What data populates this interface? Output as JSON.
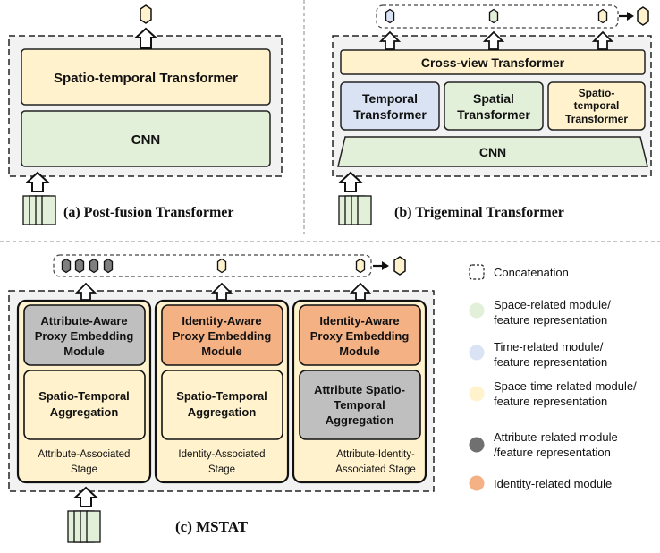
{
  "colors": {
    "space": "#e2efd9",
    "time": "#dae3f3",
    "spacetime": "#fff2cc",
    "attribute": "#bfbfbf",
    "identity": "#f4b183",
    "panel_bg": "#f2f2f2",
    "stroke": "#1a1a1a"
  },
  "panel_a": {
    "caption": "(a) Post-fusion Transformer",
    "transformer_label": "Spatio-temporal Transformer",
    "cnn_label": "CNN"
  },
  "panel_b": {
    "caption": "(b) Trigeminal Transformer",
    "cross_view_label": "Cross-view Transformer",
    "temporal_line1": "Temporal",
    "temporal_line2": "Transformer",
    "spatial_line1": "Spatial",
    "spatial_line2": "Transformer",
    "st_line1": "Spatio-",
    "st_line2": "temporal",
    "st_line3": "Transformer",
    "cnn_label": "CNN"
  },
  "panel_c": {
    "caption": "(c) MSTAT",
    "stage1": {
      "top_line1": "Attribute-Aware",
      "top_line2": "Proxy Embedding",
      "top_line3": "Module",
      "bottom_line1": "Spatio-Temporal",
      "bottom_line2": "Aggregation",
      "stage_line1": "Attribute-Associated",
      "stage_line2": "Stage"
    },
    "stage2": {
      "top_line1": "Identity-Aware",
      "top_line2": "Proxy Embedding",
      "top_line3": "Module",
      "bottom_line1": "Spatio-Temporal",
      "bottom_line2": "Aggregation",
      "stage_line1": "Identity-Associated",
      "stage_line2": "Stage"
    },
    "stage3": {
      "top_line1": "Identity-Aware",
      "top_line2": "Proxy Embedding",
      "top_line3": "Module",
      "bottom_line1": "Attribute  Spatio-",
      "bottom_line2": "Temporal",
      "bottom_line3": "Aggregation",
      "stage_line1": "Attribute-Identity-",
      "stage_line2": "Associated Stage"
    }
  },
  "legend": {
    "concatenation": "Concatenation",
    "space_line1": "Space-related module/",
    "space_line2": "feature representation",
    "time_line1": "Time-related module/",
    "time_line2": "feature representation",
    "spacetime_line1": "Space-time-related module/",
    "spacetime_line2": "feature representation",
    "attribute_line1": "Attribute-related module",
    "attribute_line2": "/feature representation",
    "identity_line1": "Identity-related module"
  }
}
